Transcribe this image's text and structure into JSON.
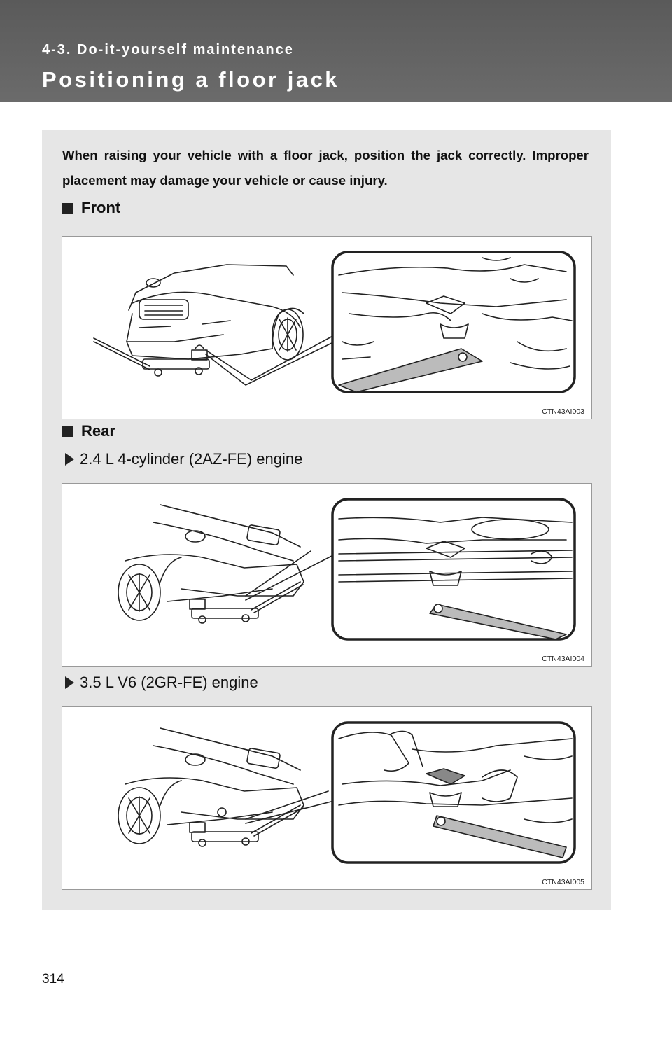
{
  "header": {
    "section": "4-3. Do-it-yourself maintenance",
    "title": "Positioning a floor jack"
  },
  "intro": "When raising your vehicle with a floor jack, position the jack correctly. Improper placement may damage your vehicle or cause injury.",
  "front": {
    "heading": "Front",
    "figure_code": "CTN43AI003"
  },
  "rear": {
    "heading": "Rear",
    "engine_a": {
      "label": "2.4 L 4-cylinder (2AZ-FE) engine",
      "figure_code": "CTN43AI004"
    },
    "engine_b": {
      "label": "3.5 L V6 (2GR-FE) engine",
      "figure_code": "CTN43AI005"
    }
  },
  "page_number": "314"
}
